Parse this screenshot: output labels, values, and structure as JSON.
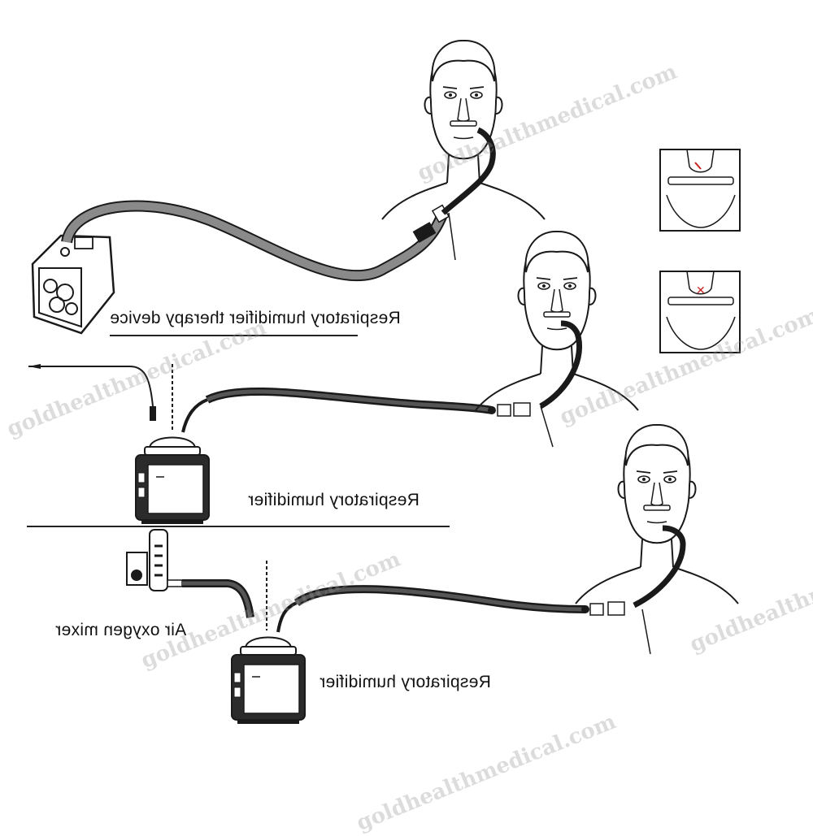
{
  "labels": {
    "therapy_device": "Respiratory humidifier therapy device",
    "humidifier_1": "Respiratory humidifier",
    "humidifier_2": "Respiratory humidifier",
    "air_oxygen_mixer": "Air oxygen mixer"
  },
  "text_mirrored": true,
  "watermark": "goldhealthmedical.com",
  "watermark_color": "#9a9a9a",
  "colors": {
    "line_art": "#1a1a1a",
    "tube_dark": "#2b2b2b",
    "tube_light": "#8a8a8a",
    "cross_mark": "#cc2222"
  },
  "inset_panels": [
    {
      "status": "correct placement"
    },
    {
      "status": "incorrect placement",
      "mark": "✕"
    }
  ]
}
